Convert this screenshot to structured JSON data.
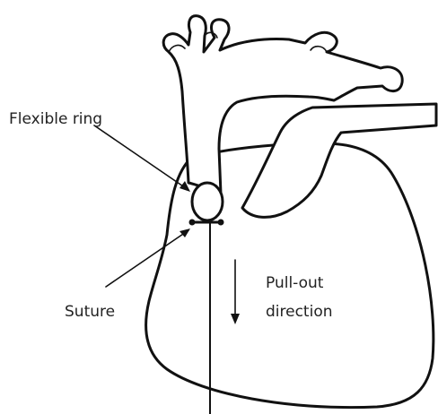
{
  "labels": {
    "flexible_ring": "Flexible ring",
    "suture": "Suture",
    "pull_out_line1": "Pull-out",
    "pull_out_line2": "direction"
  },
  "colors": {
    "line": "#111111",
    "text": "#222222",
    "background": "#ffffff"
  }
}
